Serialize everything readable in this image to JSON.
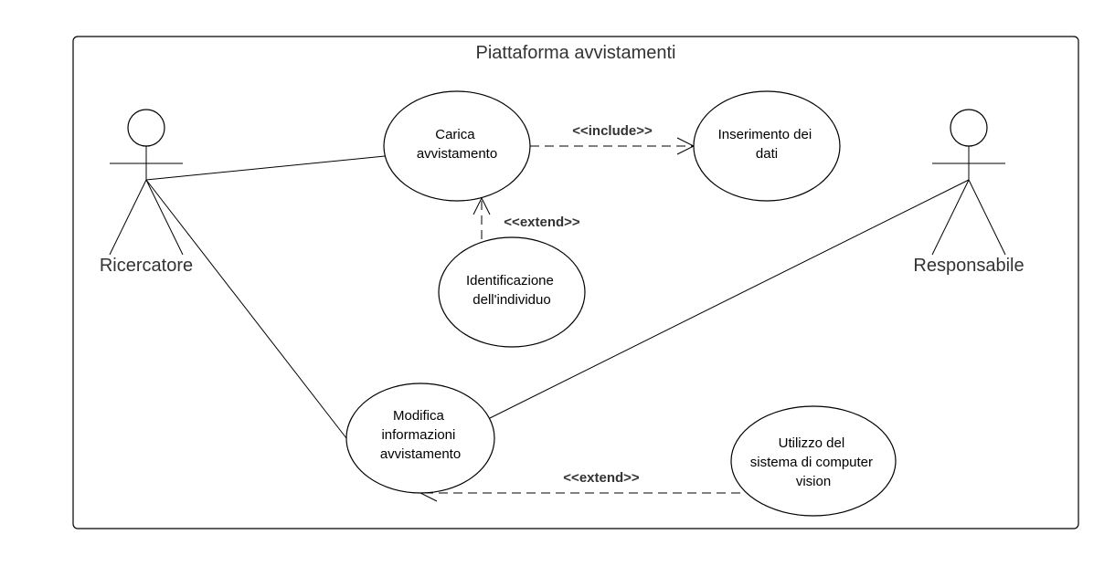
{
  "system": {
    "title": "Piattaforma avvistamenti"
  },
  "actors": {
    "ricercatore": "Ricercatore",
    "responsabile": "Responsabile"
  },
  "use_cases": {
    "carica": [
      "Carica",
      "avvistamento"
    ],
    "inserimento": [
      "Inserimento dei",
      "dati"
    ],
    "identificazione": [
      "Identificazione",
      "dell'individuo"
    ],
    "modifica": [
      "Modifica",
      "informazioni",
      "avvistamento"
    ],
    "utilizzo": [
      "Utilizzo del",
      "sistema di computer",
      "vision"
    ]
  },
  "relations": {
    "include": "<<include>>",
    "extend_identificazione": "<<extend>>",
    "extend_utilizzo": "<<extend>>"
  },
  "colors": {
    "stroke": "#000000",
    "label": "#333333",
    "background": "#ffffff"
  }
}
